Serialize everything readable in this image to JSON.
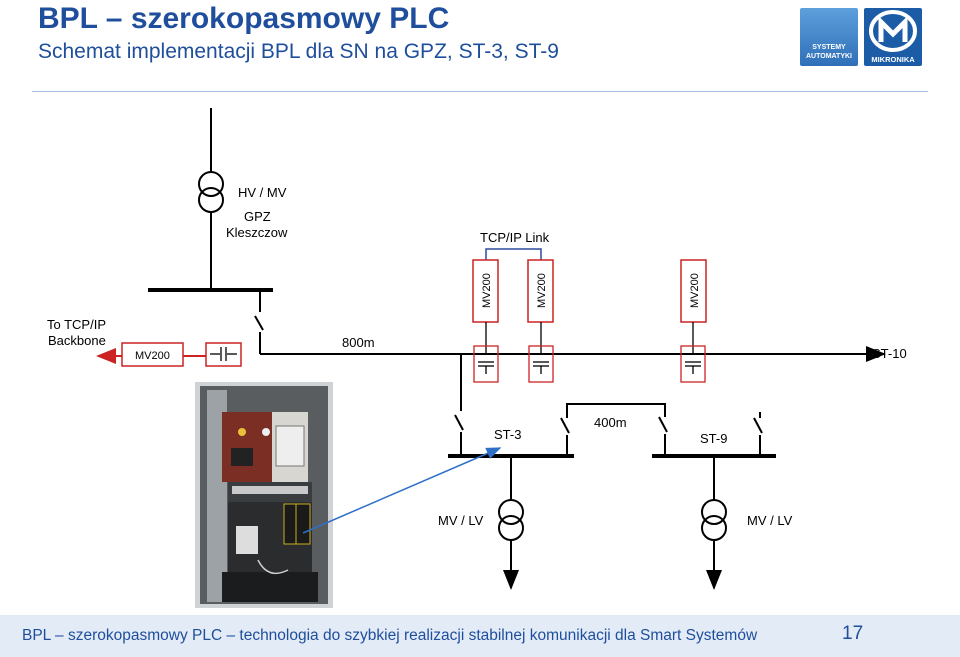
{
  "header": {
    "title": "BPL – szerokopasmowy PLC",
    "subtitle": "Schemat implementacji BPL dla SN na GPZ, ST-3, ST-9"
  },
  "logos": {
    "systemy_line1": "SYSTEMY",
    "systemy_line2": "AUTOMATYKI",
    "mikronika": "MIKRONIKA"
  },
  "diagram": {
    "hv_mv": "HV / MV",
    "gpz_line1": "GPZ",
    "gpz_line2": "Kleszczow",
    "tcpip_link": "TCP/IP Link",
    "backbone_line1": "To TCP/IP",
    "backbone_line2": "Backbone",
    "modem_gpz": "MV200",
    "modem_st3_a": "MV200",
    "modem_st3_b": "MV200",
    "modem_st9": "MV200",
    "distance_1": "800m",
    "distance_2": "400m",
    "st10": "ST-10",
    "st3": "ST-3",
    "st9": "ST-9",
    "mvlv_left": "MV / LV",
    "mvlv_right": "MV / LV"
  },
  "footer": {
    "text": "BPL – szerokopasmowy PLC – technologia do szybkiej realizacji stabilnej komunikacji dla Smart Systemów",
    "page": "17"
  },
  "colors": {
    "title": "#1f4e9c",
    "modem_border": "#cc2222",
    "link_line": "#2e4a9e",
    "arrow_red": "#cc2222",
    "footer_bg": "#e2ebf6"
  }
}
